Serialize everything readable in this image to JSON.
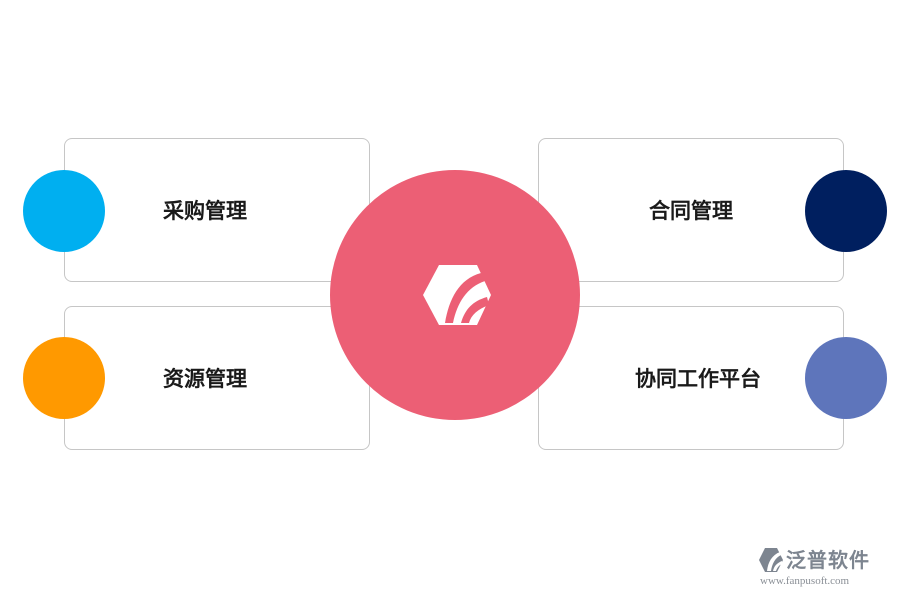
{
  "cards": {
    "top_left": {
      "label": "采购管理",
      "dot_color": "#00aff0"
    },
    "bottom_left": {
      "label": "资源管理",
      "dot_color": "#ff9900"
    },
    "top_right": {
      "label": "合同管理",
      "dot_color": "#001f5f"
    },
    "bottom_right": {
      "label": "协同工作平台",
      "dot_color": "#5e75bb"
    }
  },
  "center": {
    "color": "#ec5f75",
    "icon": "fanpu-logo-icon"
  },
  "watermark": {
    "name": "泛普软件",
    "url": "www.fanpusoft.com",
    "icon": "fanpu-logo-icon"
  }
}
